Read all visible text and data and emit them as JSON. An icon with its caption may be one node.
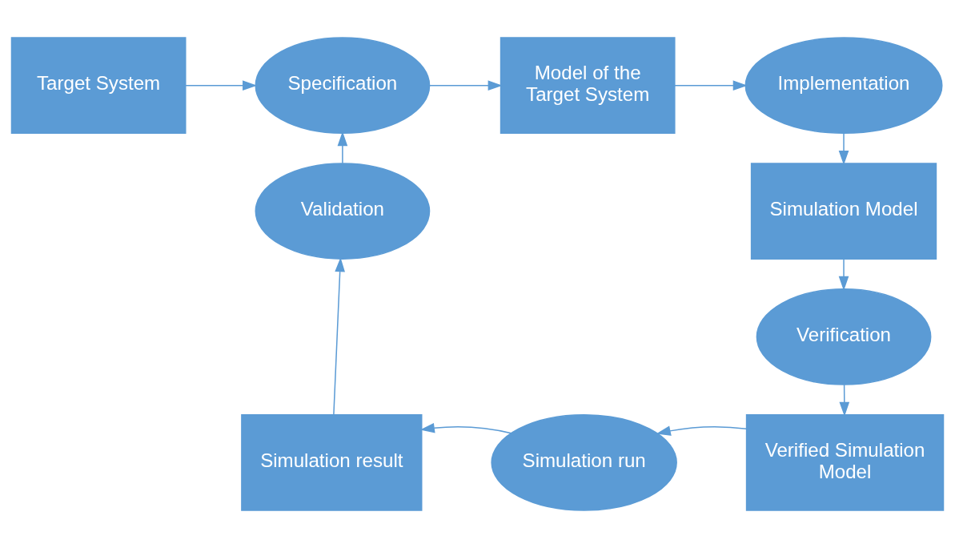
{
  "diagram": {
    "nodes": [
      {
        "text": [
          "Target System"
        ]
      },
      {
        "text": [
          "Specification"
        ]
      },
      {
        "text": [
          "Model of the Target System"
        ]
      },
      {
        "text": [
          "Implementation"
        ]
      },
      {
        "text": [
          "Simulation Model"
        ]
      },
      {
        "text": [
          "Verification"
        ]
      },
      {
        "text": [
          "Verified Simulation Model"
        ]
      },
      {
        "text": [
          "Simulation run"
        ]
      },
      {
        "text": [
          "Simulation result"
        ]
      },
      {
        "text": [
          "Validation"
        ]
      }
    ],
    "edges": [
      {
        "from": 0,
        "to": 1,
        "arrow": "to"
      },
      {
        "from": 1,
        "to": 2,
        "arrow": "to"
      },
      {
        "from": 2,
        "to": 3,
        "arrow": "to"
      },
      {
        "from": 3,
        "to": 4,
        "arrow": "to"
      },
      {
        "from": 4,
        "to": 5,
        "arrow": "to"
      },
      {
        "from": 5,
        "to": 6,
        "arrow": "to"
      },
      {
        "from": 6,
        "to": 7,
        "arrow": "to"
      },
      {
        "from": 7,
        "to": 8,
        "arrow": "to"
      },
      {
        "from": 8,
        "to": 9,
        "arrow": "to"
      },
      {
        "from": 9,
        "to": 1,
        "arrow": "to"
      }
    ]
  }
}
